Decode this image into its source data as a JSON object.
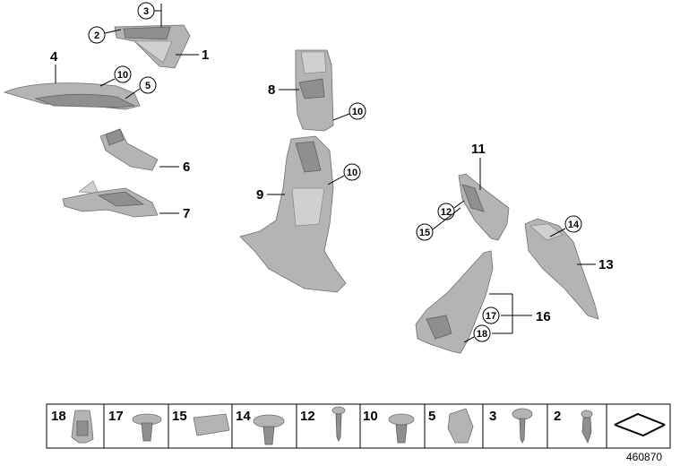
{
  "callouts": {
    "c1": "1",
    "c2": "2",
    "c3": "3",
    "c4": "4",
    "c5": "5",
    "c6": "6",
    "c7": "7",
    "c8": "8",
    "c9": "9",
    "c10a": "10",
    "c10b": "10",
    "c10c": "10",
    "c11": "11",
    "c12": "12",
    "c13": "13",
    "c14": "14",
    "c15": "15",
    "c16": "16",
    "c17": "17",
    "c18": "18"
  },
  "parts_table": {
    "cells": [
      "18",
      "17",
      "15",
      "14",
      "12",
      "10",
      "5",
      "3",
      "2"
    ]
  },
  "diagram_number": "460870",
  "colors": {
    "part_fill": "#b4b4b4",
    "part_stroke": "#6e6e6e",
    "line": "#000000"
  }
}
